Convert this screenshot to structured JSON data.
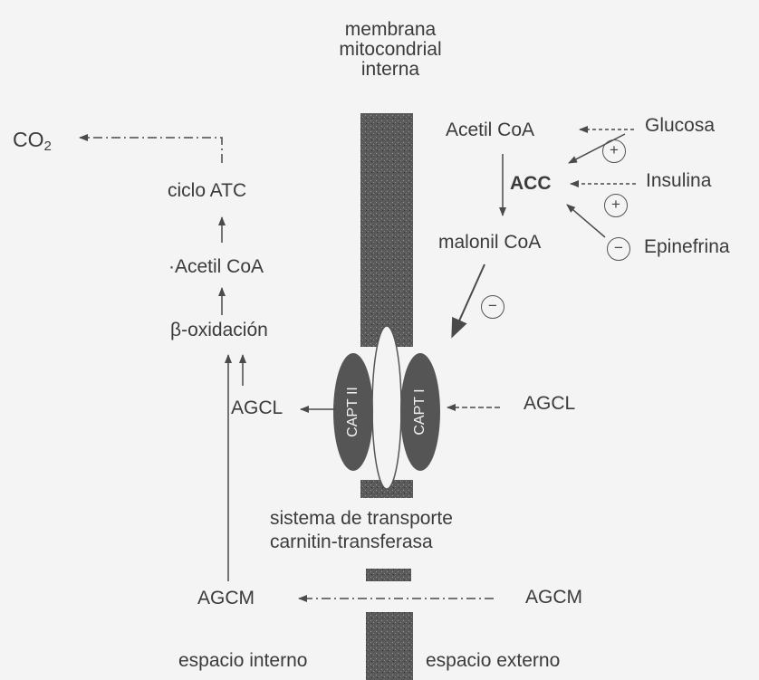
{
  "labels": {
    "membrana": [
      "membrana",
      "mitocondrial",
      "interna"
    ],
    "co2": "CO",
    "co2_sub": "2",
    "ciclo_atc": "ciclo ATC",
    "acetil_coa_left": "·Acetil CoA",
    "beta_oxidacion": "β-oxidación",
    "agcl_left": "AGCL",
    "agcl_right": "AGCL",
    "acetil_coa_right": "Acetil CoA",
    "acc": "ACC",
    "malonil_coa": "malonil CoA",
    "glucosa": "Glucosa",
    "insulina": "Insulina",
    "epinefrina": "Epinefrina",
    "capt_ii": "CAPT II",
    "capt_i": "CAPT I",
    "sistema": [
      "sistema de transporte",
      "carnitin-transferasa"
    ],
    "agcm_left": "AGCM",
    "agcm_right": "AGCM",
    "espacio_interno": "espacio interno",
    "espacio_externo": "espacio externo"
  },
  "signs": {
    "glucosa_effect": "+",
    "insulina_effect": "+",
    "epinefrina_effect": "−",
    "malonil_effect": "−"
  },
  "colors": {
    "ink": "#3b3b3b",
    "membrane": "#4a4a4a",
    "background": "#f4f4f4"
  }
}
